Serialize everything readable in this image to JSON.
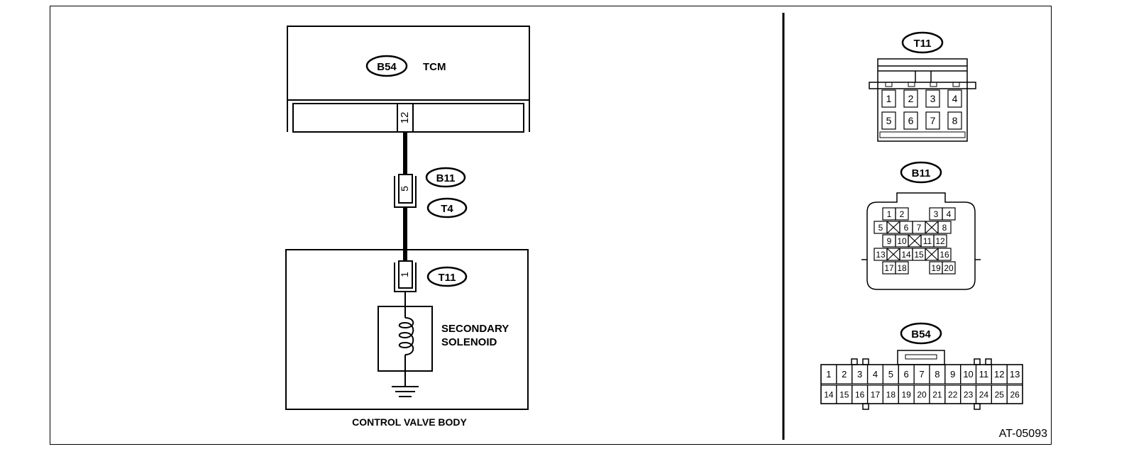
{
  "tcm": {
    "connector_id": "B54",
    "label": "TCM",
    "terminal": "12"
  },
  "joint_connector": {
    "id_top": "B11",
    "id_bottom": "T4",
    "terminal": "5"
  },
  "control_valve_body": {
    "connector_id": "T11",
    "terminal": "1",
    "solenoid_line1": "SECONDARY",
    "solenoid_line2": "SOLENOID",
    "label": "CONTROL VALVE BODY"
  },
  "connector_views": {
    "t11": {
      "id": "T11",
      "pins": [
        "1",
        "2",
        "3",
        "4",
        "5",
        "6",
        "7",
        "8"
      ]
    },
    "b11": {
      "id": "B11",
      "rows": [
        [
          "1",
          "2",
          "",
          "3",
          "4"
        ],
        [
          "5",
          "X",
          "6",
          "7",
          "X",
          "8"
        ],
        [
          "9",
          "10",
          "X",
          "11",
          "12"
        ],
        [
          "13",
          "X",
          "14",
          "15",
          "X",
          "16"
        ],
        [
          "17",
          "18",
          "",
          "19",
          "20"
        ]
      ]
    },
    "b54": {
      "id": "B54",
      "row1": [
        "1",
        "2",
        "3",
        "4",
        "5",
        "6",
        "7",
        "8",
        "9",
        "10",
        "11",
        "12",
        "13"
      ],
      "row2": [
        "14",
        "15",
        "16",
        "17",
        "18",
        "19",
        "20",
        "21",
        "22",
        "23",
        "24",
        "25",
        "26"
      ]
    }
  },
  "figure_code": "AT-05093"
}
